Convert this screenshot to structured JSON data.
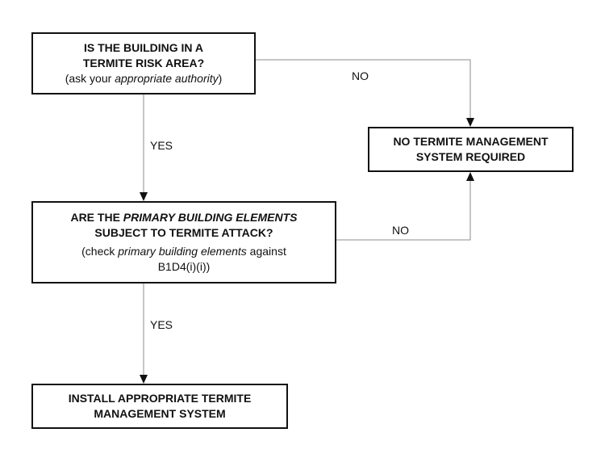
{
  "q1": {
    "line1": "IS THE BUILDING IN A",
    "line2": "TERMITE RISK AREA?",
    "note_pre": "(ask your ",
    "note_em": "appropriate authority",
    "note_post": ")"
  },
  "no_system": {
    "line1": "NO TERMITE MANAGEMENT",
    "line2": "SYSTEM REQUIRED"
  },
  "q2": {
    "line1_pre": "ARE THE ",
    "line1_em": "PRIMARY BUILDING ELEMENTS",
    "line2": "SUBJECT TO TERMITE ATTACK?",
    "note_pre": "(check ",
    "note_em": "primary building elements",
    "note_post": " against",
    "note_line2": "B1D4(i)(i))"
  },
  "install": {
    "line1": "INSTALL APPROPRIATE TERMITE",
    "line2": "MANAGEMENT SYSTEM"
  },
  "edges": {
    "q1_yes": "YES",
    "q1_no": "NO",
    "q2_yes": "YES",
    "q2_no": "NO"
  },
  "colors": {
    "box_border": "#111111",
    "connector": "#8c8c8c",
    "arrowhead": "#111111"
  }
}
